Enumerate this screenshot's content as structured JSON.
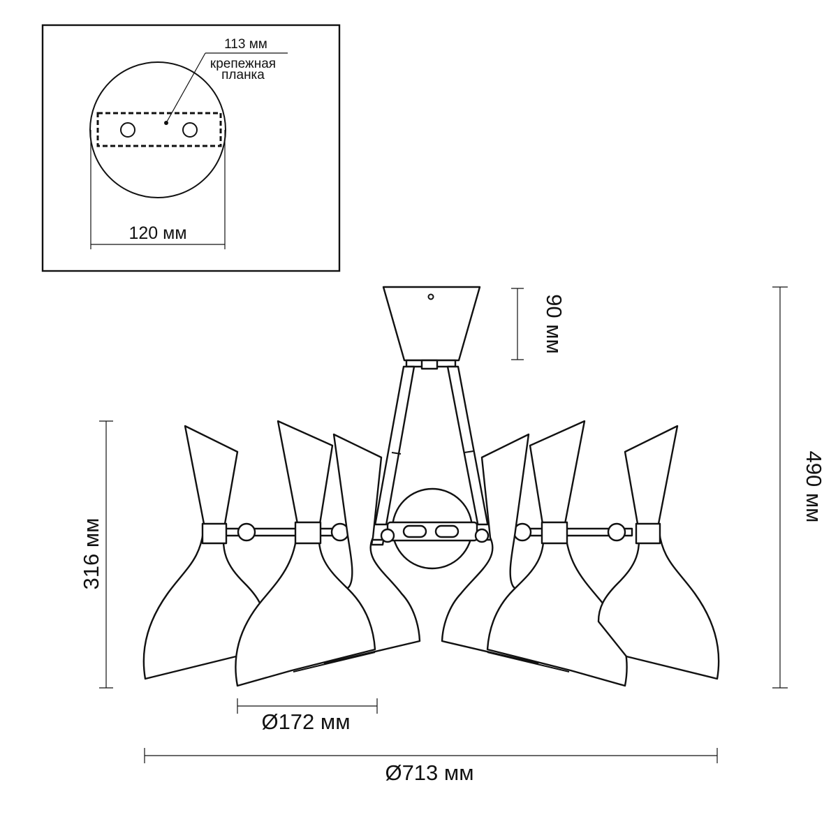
{
  "inset": {
    "plate_width_label": "113 мм",
    "plate_name_line1": "крепежная",
    "plate_name_line2": "планка",
    "canopy_diameter_label": "120 мм"
  },
  "dimensions": {
    "canopy_height": "90 мм",
    "total_height": "490 мм",
    "shade_height": "316 мм",
    "shade_diameter": "Ø172 мм",
    "total_diameter": "Ø713 мм"
  },
  "colors": {
    "line": "#111111",
    "background": "#ffffff"
  }
}
